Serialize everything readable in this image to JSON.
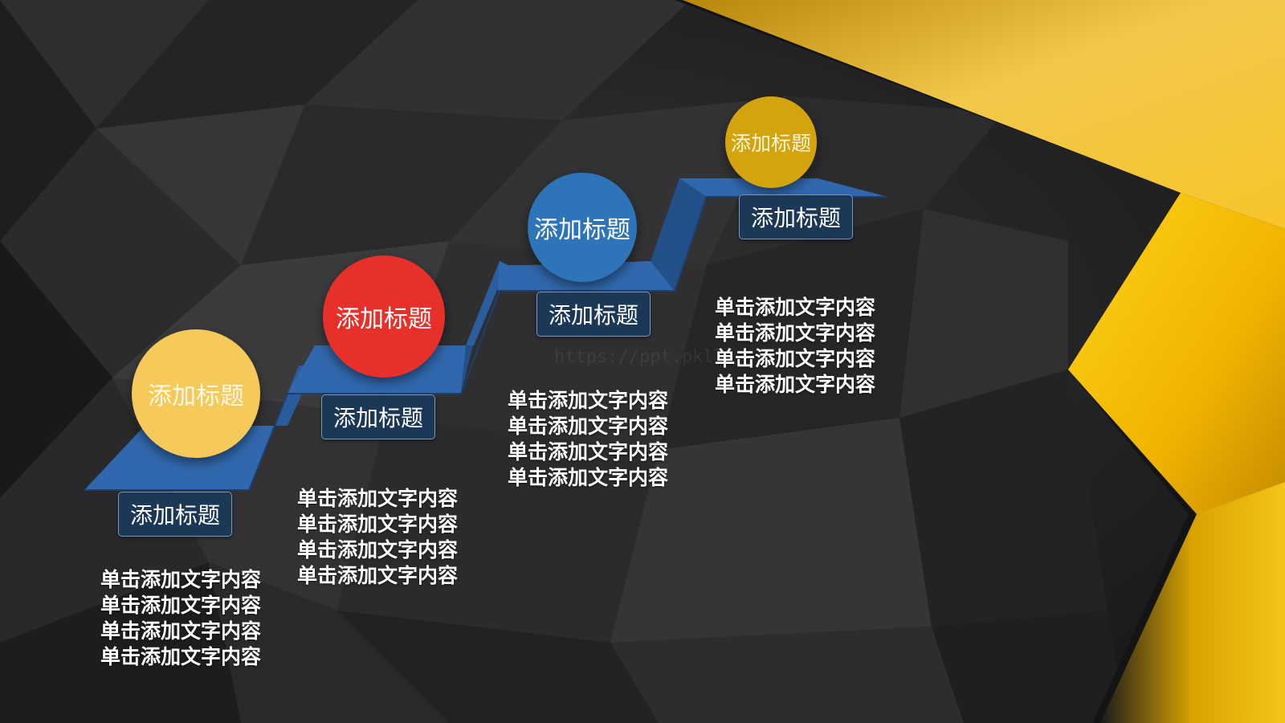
{
  "steps": [
    {
      "circle_title": "添加标题",
      "circle_color": "#f5c95a",
      "label": "添加标题",
      "lines": [
        "单击添加文字内容",
        "单击添加文字内容",
        "单击添加文字内容",
        "单击添加文字内容"
      ]
    },
    {
      "circle_title": "添加标题",
      "circle_color": "#e8302a",
      "label": "添加标题",
      "lines": [
        "单击添加文字内容",
        "单击添加文字内容",
        "单击添加文字内容",
        "单击添加文字内容"
      ]
    },
    {
      "circle_title": "添加标题",
      "circle_color": "#2e74b9",
      "label": "添加标题",
      "lines": [
        "单击添加文字内容",
        "单击添加文字内容",
        "单击添加文字内容",
        "单击添加文字内容"
      ]
    },
    {
      "circle_title": "添加标题",
      "circle_color": "#d4a40f",
      "label": "添加标题",
      "lines": [
        "单击添加文字内容",
        "单击添加文字内容",
        "单击添加文字内容",
        "单击添加文字内容"
      ]
    }
  ],
  "watermark": "https://ppt.pkll",
  "colors": {
    "stair_blue": "#2d5fa0",
    "accent_yellow": "#f5c518",
    "background": "#262628"
  }
}
